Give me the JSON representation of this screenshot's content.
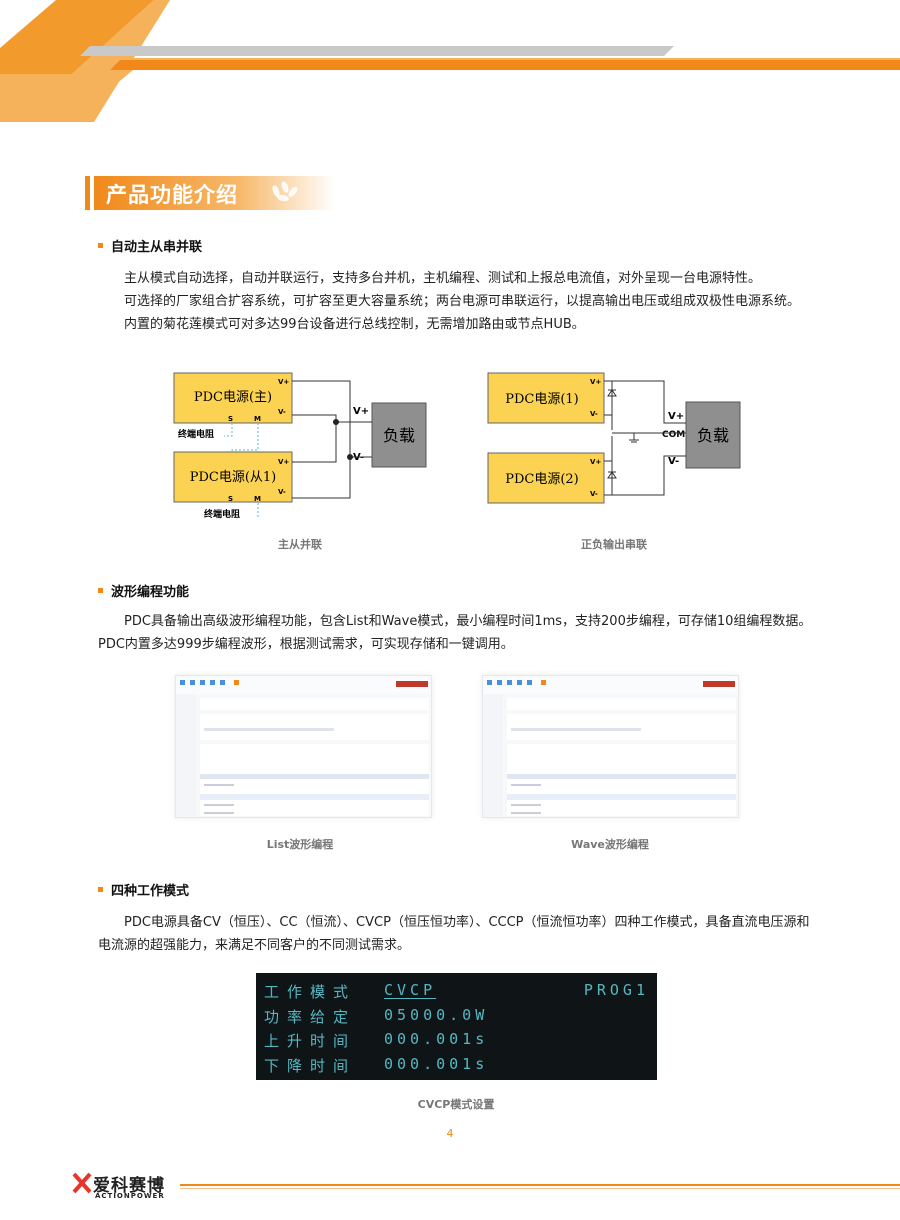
{
  "section_title": "产品功能介绍",
  "sections": [
    {
      "heading": "自动主从串并联",
      "paragraphs": [
        "主从模式自动选择，自动并联运行，支持多台并机，主机编程、测试和上报总电流值，对外呈现一台电源特性。",
        "可选择的厂家组合扩容系统，可扩容至更大容量系统；两台电源可串联运行，以提高输出电压或组成双极性电源系统。",
        "内置的菊花莲模式可对多达99台设备进行总线控制，无需增加路由或节点HUB。"
      ]
    },
    {
      "heading": "波形编程功能",
      "paragraphs": [
        "PDC具备输出高级波形编程功能，包含List和Wave模式，最小编程时间1ms，支持200步编程，可存储10组编程数据。PDC内置多达999步编程波形，根据测试需求，可实现存储和一键调用。"
      ]
    },
    {
      "heading": "四种工作模式",
      "paragraphs": [
        "PDC电源具备CV（恒压）、CC（恒流）、CVCP（恒压恒功率）、CCCP（恒流恒功率）四种工作模式，具备直流电压源和电流源的超强能力，来满足不同客户的不同测试需求。"
      ]
    }
  ],
  "diagram_parallel": {
    "caption": "主从并联",
    "unit_master": "PDC电源(主)",
    "unit_slave": "PDC电源(从1)",
    "vplus": "V+",
    "vminus": "V-",
    "s": "S",
    "m": "M",
    "terminator": "终端电阻",
    "load": "负载",
    "out_vplus": "V+",
    "out_vminus": "V-"
  },
  "diagram_series": {
    "caption": "正负输出串联",
    "unit1": "PDC电源(1)",
    "unit2": "PDC电源(2)",
    "vplus": "V+",
    "vminus": "V-",
    "load": "负载",
    "out_vplus": "V+",
    "out_com": "COM",
    "out_vminus": "V-"
  },
  "screenshots": [
    {
      "caption": "List波形编程"
    },
    {
      "caption": "Wave波形编程"
    }
  ],
  "terminal": {
    "caption": "CVCP模式设置",
    "rows": [
      {
        "label": "工作模式",
        "value": "CVCP",
        "right": "PROG1"
      },
      {
        "label": "功率给定",
        "value": "05000.0W"
      },
      {
        "label": "上升时间",
        "value": "000.001s"
      },
      {
        "label": "下降时间",
        "value": "000.001s"
      }
    ],
    "colors": {
      "bg": "#0f1517",
      "text": "#55b7c2"
    }
  },
  "page_number": "4",
  "footer": {
    "logo_cn": "爱科赛博",
    "logo_en": "ACTIONPOWER"
  },
  "colors": {
    "accent": "#f0891a",
    "box_fill": "#fbd251",
    "load_fill": "#8f8f8f"
  }
}
